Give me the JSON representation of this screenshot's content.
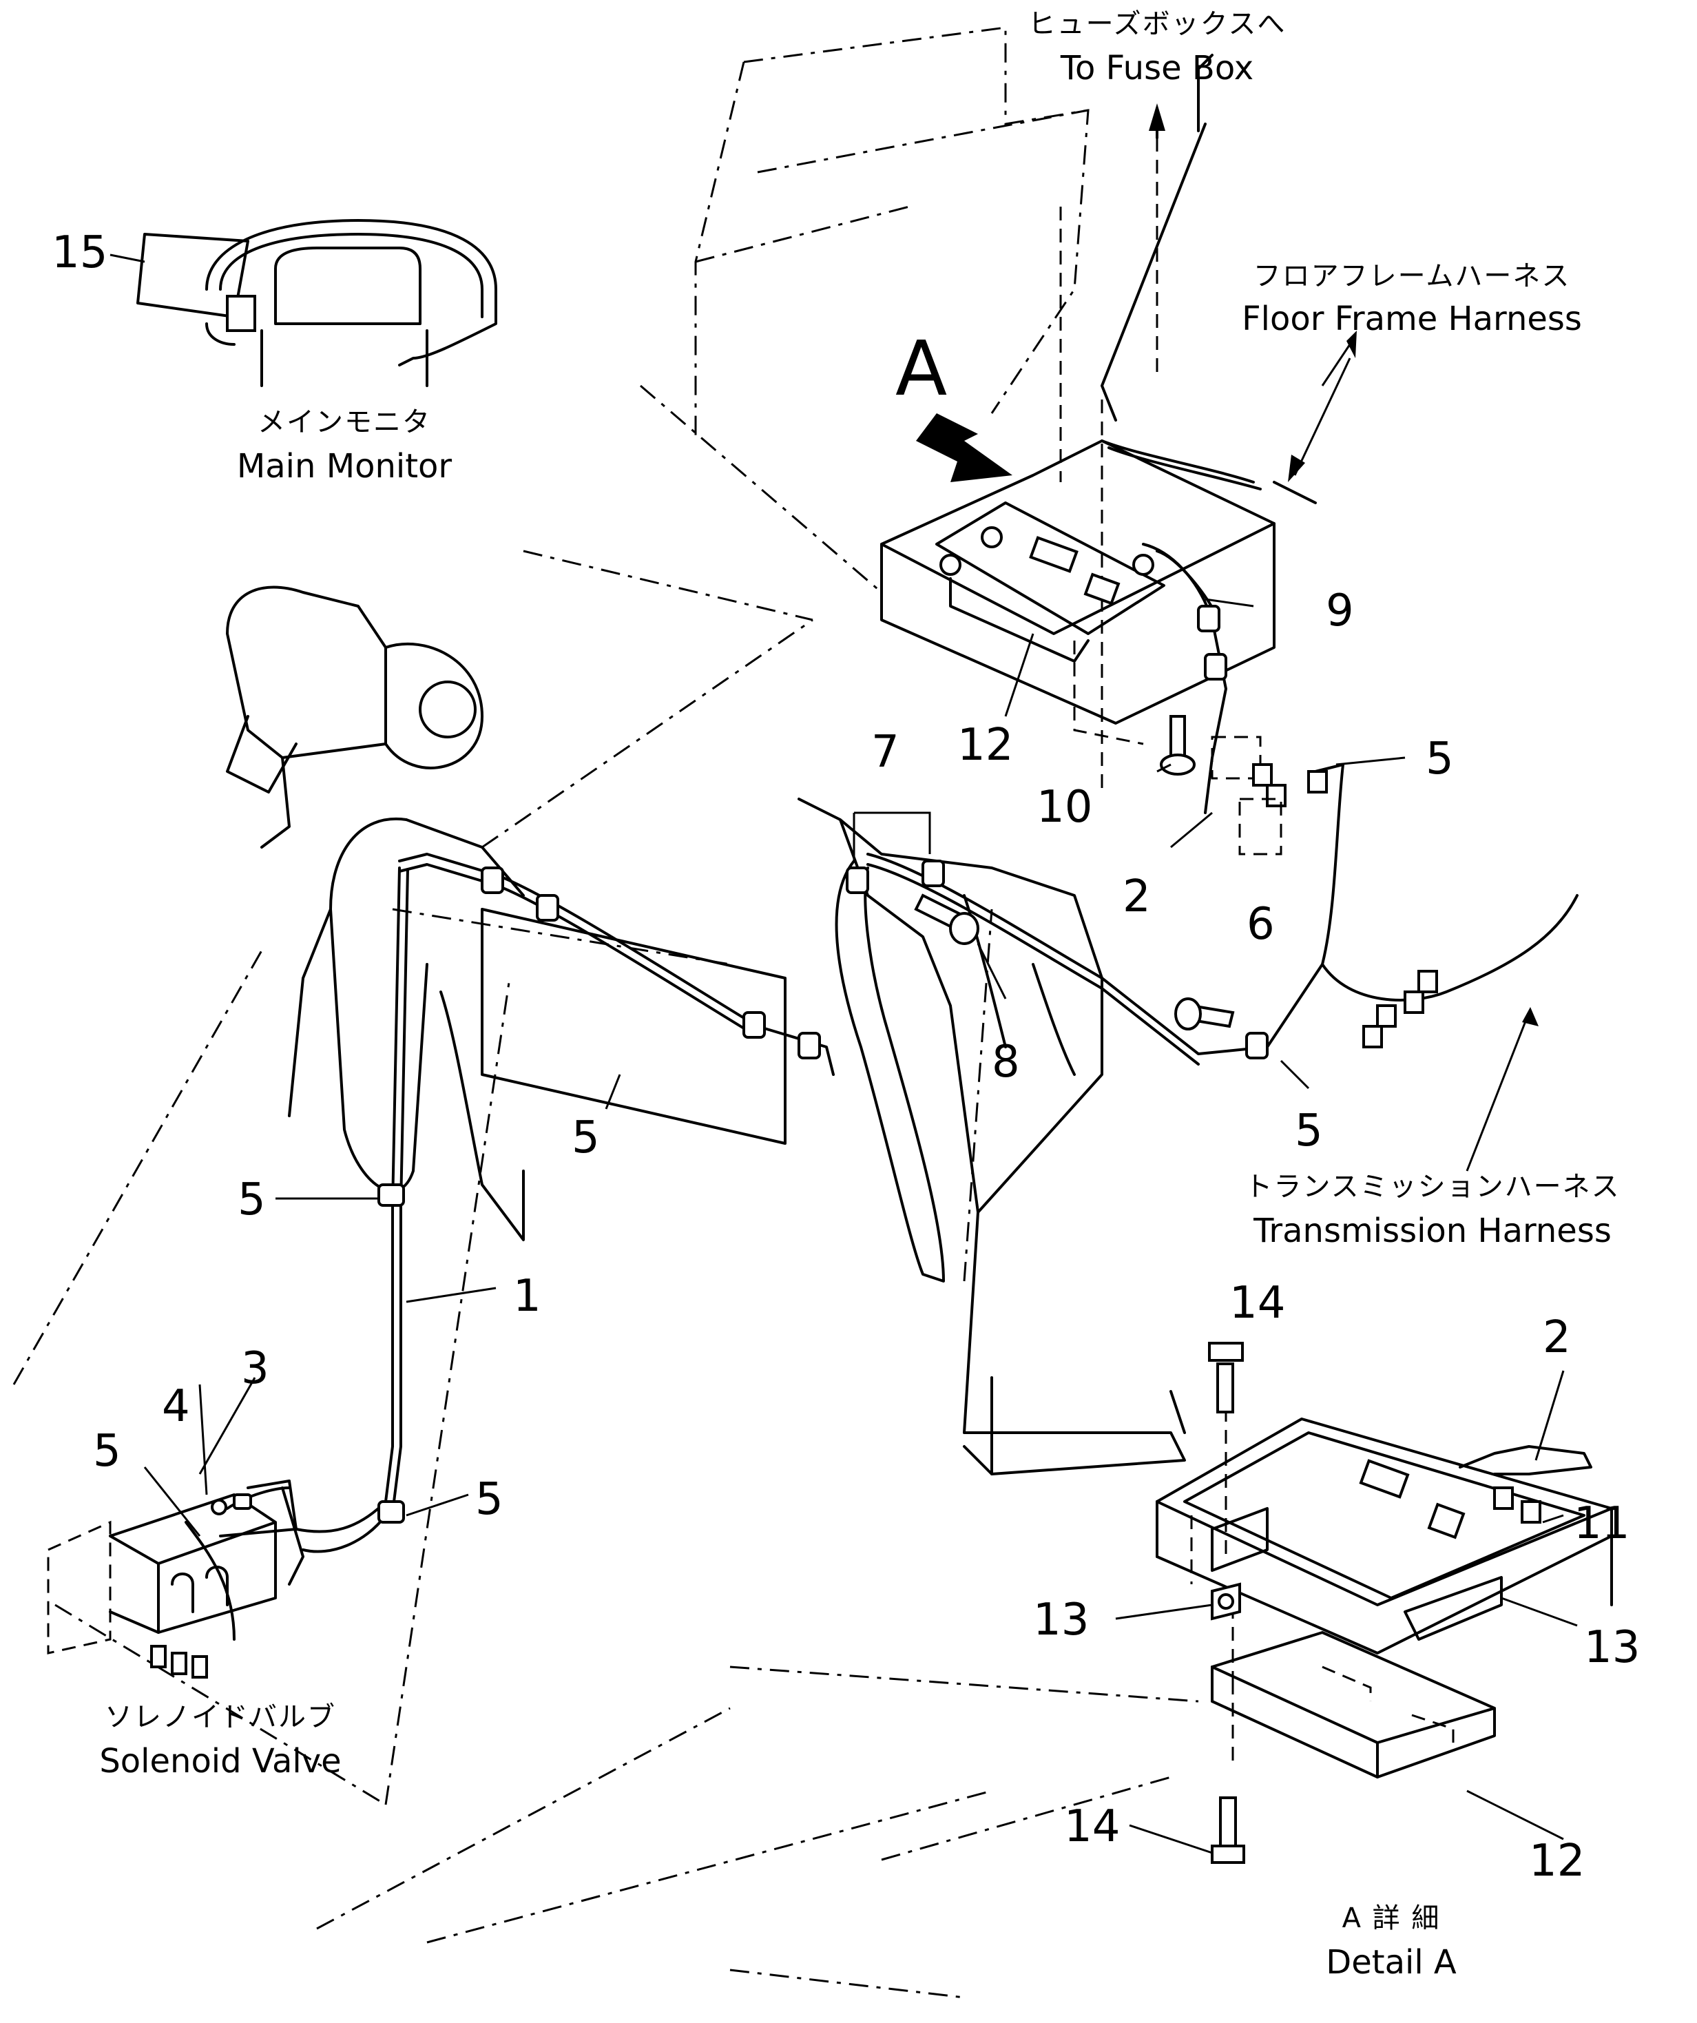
{
  "labels": {
    "fuse_box_ja": "ヒューズボックスへ",
    "fuse_box_en": "To Fuse Box",
    "floor_frame_ja": "フロアフレームハーネス",
    "floor_frame_en": "Floor Frame Harness",
    "main_monitor_ja": "メインモニタ",
    "main_monitor_en": "Main Monitor",
    "transmission_ja": "トランスミッションハーネス",
    "transmission_en": "Transmission Harness",
    "solenoid_ja": "ソレノイドバルブ",
    "solenoid_en": "Solenoid Valve",
    "detail_ja": "A 詳 細",
    "detail_en": "Detail A",
    "view_marker": "A"
  },
  "part_numbers": {
    "p15": "15",
    "p9": "9",
    "p12a": "12",
    "p5a": "5",
    "p10": "10",
    "p7": "7",
    "p2a": "2",
    "p6": "6",
    "p8": "8",
    "p5b": "5",
    "p5c": "5",
    "p5d": "5",
    "p1": "1",
    "p3": "3",
    "p4": "4",
    "p5e": "5",
    "p5f": "5",
    "p14a": "14",
    "p2b": "2",
    "p11": "11",
    "p13a": "13",
    "p13b": "13",
    "p14b": "14",
    "p12b": "12"
  }
}
